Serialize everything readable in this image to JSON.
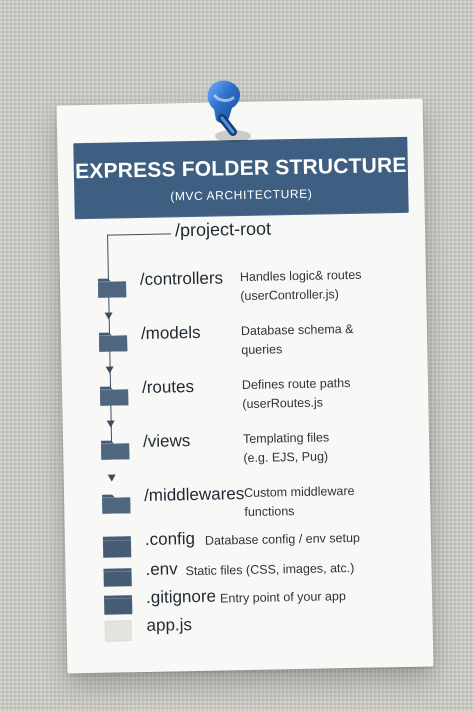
{
  "header": {
    "title": "EXPRESS FOLDER STRUCTURE",
    "subtitle": "(MVC ARCHITECTURE)"
  },
  "root": "/project-root",
  "items": [
    {
      "name": "/controllers",
      "description": "Handles logic& routes\n(userController.js)",
      "icon": "folder-icon"
    },
    {
      "name": "/models",
      "description": "Database schema &\nqueries",
      "icon": "folder-icon"
    },
    {
      "name": "/routes",
      "description": "Defines route paths\n(userRoutes.js",
      "icon": "folder-icon"
    },
    {
      "name": "/views",
      "description": "Templating files\n(e.g. EJS, Pug)",
      "icon": "folder-icon"
    },
    {
      "name": "/middlewares",
      "description": "Custom middleware\nfunctions",
      "icon": "folder-icon"
    },
    {
      "name": ".config",
      "description": "Database config / env setup",
      "icon": "folder-icon"
    },
    {
      "name": ".env",
      "description": "Static files (CSS, images, atc.)",
      "icon": "folder-icon"
    },
    {
      "name": ".gitignore",
      "description": "Entry point of your app",
      "icon": "folder-icon"
    },
    {
      "name": "app.js",
      "description": "",
      "icon": "file-icon"
    }
  ],
  "colors": {
    "header": "#3f5f82",
    "folder": "#465b74",
    "pin": "#2e6fc8",
    "text": "#1f2933"
  }
}
